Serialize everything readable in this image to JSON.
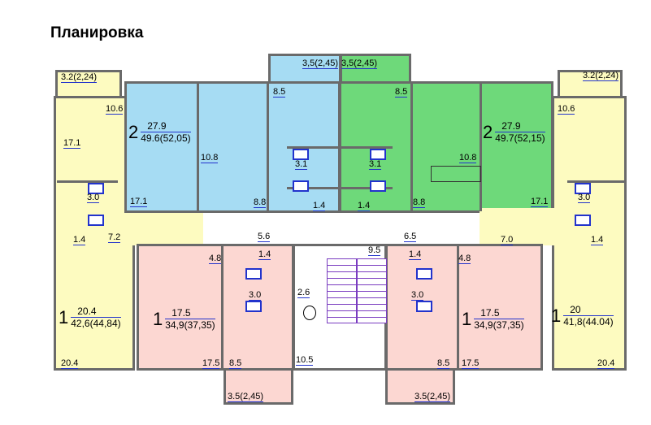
{
  "title": "Планировка",
  "colors": {
    "one_room": "#fdfbc0",
    "blue_two_room": "#a6dcf3",
    "green_two_room": "#6ed97a",
    "pink_one_room": "#fcd7d2",
    "label_underline": "#2233cc"
  },
  "apartments": [
    {
      "rooms": "1",
      "living": "20.4",
      "total": "42,6(44,84)"
    },
    {
      "rooms": "2",
      "living": "27.9",
      "total": "49.6(52,05)"
    },
    {
      "rooms": "2",
      "living": "27.9",
      "total": "49.7(52,15)"
    },
    {
      "rooms": "1",
      "living": "20",
      "total": "41,8(44.04)"
    },
    {
      "rooms": "1",
      "living": "17.5",
      "total": "34,9(37,35)"
    },
    {
      "rooms": "1",
      "living": "17.5",
      "total": "34,9(37,35)"
    }
  ],
  "labels": [
    "3.2(2,24)",
    "3,5(2,45)",
    "3,5(2,45)",
    "3.2(2,24)",
    "3.5(2,45)",
    "3.5(2,45)",
    "10.6",
    "3.0",
    "17.1",
    "1.4",
    "7.2",
    "20.4",
    "10.8",
    "8.5",
    "3.1",
    "8.8",
    "1.4",
    "17.1",
    "3.1",
    "1.4",
    "8.8",
    "8.5",
    "10.8",
    "17.1",
    "10.6",
    "3.0",
    "7.0",
    "1.4",
    "20.4",
    "4.8",
    "5.6",
    "1.4",
    "3.0",
    "17.5",
    "8.5",
    "2.6",
    "9.5",
    "10.5",
    "6.5",
    "1.4",
    "4.8",
    "3.0",
    "8.5",
    "17.5"
  ]
}
